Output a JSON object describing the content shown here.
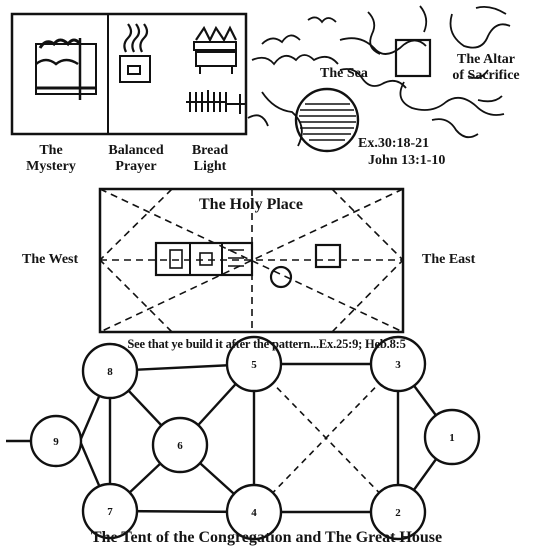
{
  "top_panel": {
    "mystery_l1": "The",
    "mystery_l2": "Mystery",
    "prayer_l1": "Balanced",
    "prayer_l2": "Prayer",
    "bread_l1": "Bread",
    "bread_l2": "Light"
  },
  "map": {
    "sea": "The Sea",
    "altar_l1": "The Altar",
    "altar_l2": "of Sacrifice",
    "ref_1": "Ex.30:18-21",
    "ref_2": "John 13:1-10"
  },
  "holy_place": {
    "title": "The Holy Place",
    "west": "The West",
    "east": "The East"
  },
  "pattern_caption": "See that ye build it after the pattern...Ex.25:9; Heb.8:5",
  "network": {
    "nodes": [
      "8",
      "5",
      "3",
      "9",
      "6",
      "1",
      "7",
      "4",
      "2"
    ],
    "caption": "The Tent of the Congregation and The Great House"
  }
}
